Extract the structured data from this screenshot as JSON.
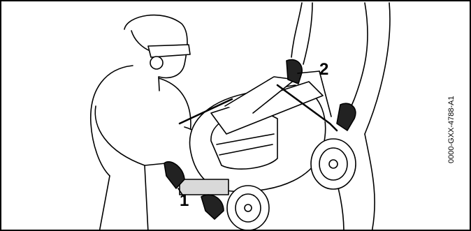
{
  "figure": {
    "callouts": [
      {
        "label": "1"
      },
      {
        "label": "2"
      }
    ],
    "code": "0000-GXX-4788-A1",
    "colors": {
      "line": "#000000",
      "fill": "#ffffff",
      "shade": "#d9d9d9"
    }
  }
}
